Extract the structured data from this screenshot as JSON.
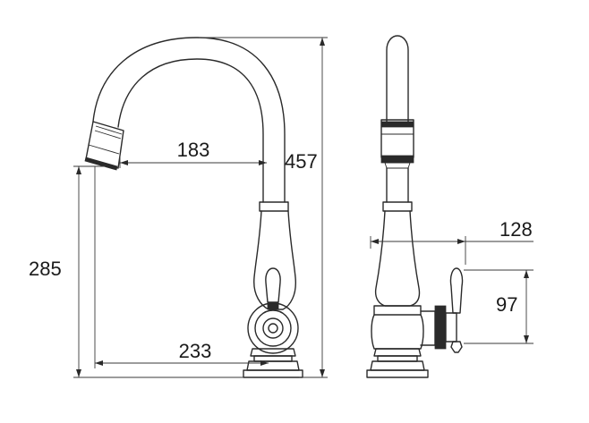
{
  "dimensions": {
    "spout_reach": "183",
    "total_height": "457",
    "spout_height": "285",
    "base_to_spout": "233",
    "side_depth": "128",
    "handle_height": "97"
  }
}
